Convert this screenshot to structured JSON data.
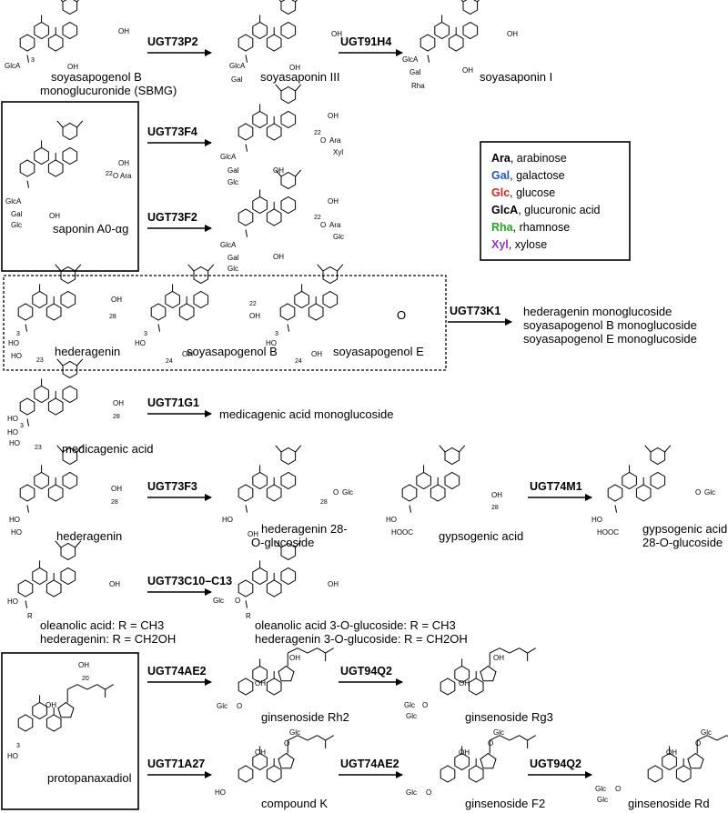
{
  "colors": {
    "Ara": "#000000",
    "Gal": "#2255dd",
    "Glc": "#e02020",
    "GlcA": "#000000",
    "Rha": "#22aa22",
    "Xyl": "#9933cc"
  },
  "legend": [
    {
      "abbr": "Ara",
      "text": ", arabinose"
    },
    {
      "abbr": "Gal",
      "text": ", galactose"
    },
    {
      "abbr": "Glc",
      "text": ", glucose"
    },
    {
      "abbr": "GlcA",
      "text": ", glucuronic acid"
    },
    {
      "abbr": "Rha",
      "text": ", rhamnose"
    },
    {
      "abbr": "Xyl",
      "text": ", xylose"
    }
  ],
  "enzymes": {
    "ugt73p2": "UGT73P2",
    "ugt91h4": "UGT91H4",
    "ugt73f4": "UGT73F4",
    "ugt73f2": "UGT73F2",
    "ugt73k1": "UGT73K1",
    "ugt71g1": "UGT71G1",
    "ugt73f3": "UGT73F3",
    "ugt74m1": "UGT74M1",
    "ugt73c10": "UGT73C10–C13",
    "ugt74ae2_a": "UGT74AE2",
    "ugt94q2_a": "UGT94Q2",
    "ugt71a27": "UGT71A27",
    "ugt74ae2_b": "UGT74AE2",
    "ugt94q2_b": "UGT94Q2"
  },
  "compounds": {
    "sbmg_1": "soyasapogenol B",
    "sbmg_2": "monoglucuronide (SBMG)",
    "soyasaponin3": "soyasaponin III",
    "soyasaponin1": "soyasaponin I",
    "a0ag": "saponin A0-αg",
    "hederagenin_a": "hederagenin",
    "soyasapogenolB": "soyasapogenol B",
    "soyasapogenolE": "soyasapogenol E",
    "k1_p1": "hederagenin monoglucoside",
    "k1_p2": "soyasapogenol B monoglucoside",
    "k1_p3": "soyasapogenol E monoglucoside",
    "medicagenic": "medicagenic acid",
    "medicagenic_p": "medicagenic acid monoglucoside",
    "hederagenin_b": "hederagenin",
    "hed28_1": "hederagenin 28-",
    "hed28_2": "O-glucoside",
    "gypsogenic": "gypsogenic acid",
    "gyp28_1": "gypsogenic acid",
    "gyp28_2": "28-O-glucoside",
    "ole_1": "oleanolic acid: R = CH3",
    "ole_2": "hederagenin: R = CH2OH",
    "ole3_1": "oleanolic acid 3-O-glucoside: R = CH3",
    "ole3_2": "hederagenin 3-O-glucoside: R = CH2OH",
    "ppd": "protopanaxadiol",
    "rh2": "ginsenoside Rh2",
    "rg3": "ginsenoside Rg3",
    "ck": "compound K",
    "f2": "ginsenoside F2",
    "rd": "ginsenoside Rd"
  },
  "atoms": {
    "oh": "OH",
    "o": "O",
    "ho": "HO",
    "hooc": "HOOC",
    "r": "R",
    "glca": "GlcA",
    "gal": "Gal",
    "glc": "Glc",
    "rha": "Rha",
    "xyl": "Xyl",
    "ara": "Ara",
    "n3": "3",
    "n22": "22",
    "n23": "23",
    "n24": "24",
    "n28": "28",
    "n20": "20",
    "glca_o": "GlcA",
    "glc_o": "Glc",
    "o_ara": "O",
    "o_glc": "O"
  }
}
